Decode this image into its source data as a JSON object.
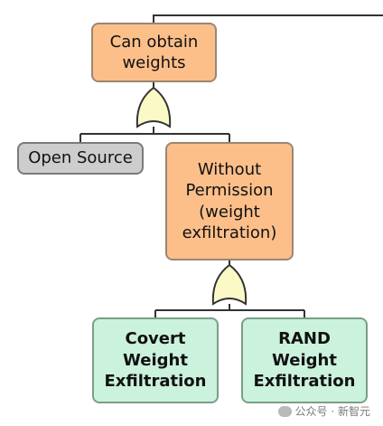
{
  "nodes": {
    "can_obtain_weights": "Can obtain\nweights",
    "open_source": "Open Source",
    "without_permission": "Without\nPermission\n(weight\nexfiltration)",
    "covert": "Covert\nWeight\nExfiltration",
    "rand": "RAND\nWeight\nExfiltration"
  },
  "gates": [
    "or-gate",
    "or-gate"
  ],
  "watermark": "公众号 · 新智元",
  "colors": {
    "orange": "#fdbf8a",
    "gray": "#cdcdcd",
    "green": "#cbf2dc",
    "gate_fill": "#fbf9c6"
  }
}
